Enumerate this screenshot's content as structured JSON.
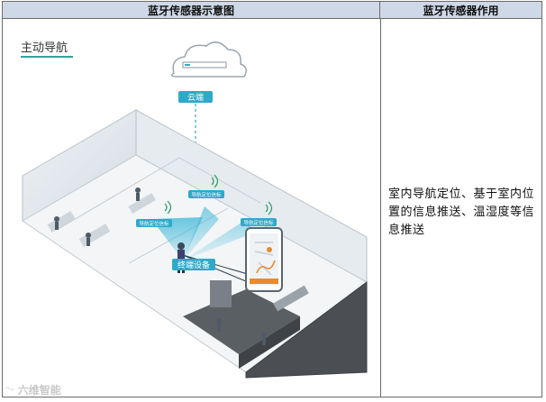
{
  "table": {
    "header_left": "蓝牙传感器示意图",
    "header_right": "蓝牙传感器作用",
    "description": "室内导航定位、基于室内位置的信息推送、温湿度等信息推送"
  },
  "diagram": {
    "section_title": "主动导航",
    "cloud_label": "云端",
    "terminal_label": "终端设备",
    "beacon_label": "导航定位信标",
    "accent_color": "#2ea9c9"
  },
  "watermark": {
    "brand": "六维智能"
  }
}
